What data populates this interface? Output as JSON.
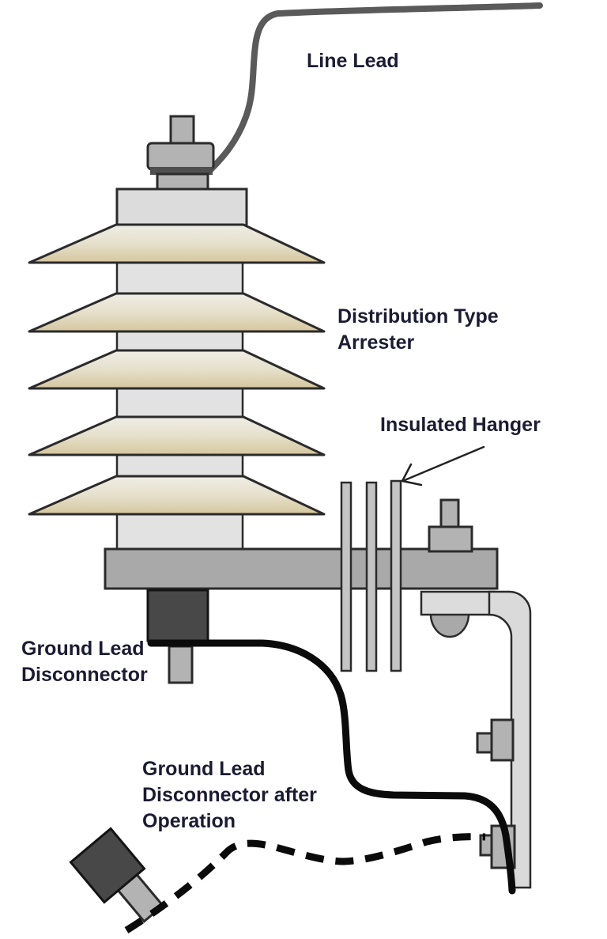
{
  "labels": {
    "line_lead": "Line Lead",
    "arrester_line1": "Distribution Type",
    "arrester_line2": "Arrester",
    "insulated_hanger": "Insulated Hanger",
    "ground_disconnector_line1": "Ground Lead",
    "ground_disconnector_line2": "Disconnector",
    "ground_after_line1": "Ground Lead",
    "ground_after_line2": "Disconnector after",
    "ground_after_line3": "Operation"
  },
  "colors": {
    "label_text": "#1b1b33",
    "wire": "#5a5a5a",
    "cable": "#0b0b0b",
    "outline": "#2b2b2b",
    "metal_mid": "#b3b3b3",
    "metal_light": "#dcdcdc",
    "bar": "#a9a9a9",
    "strap": "#dadada",
    "column": "#e2e2e2",
    "strip": "#c4c4c4",
    "dark_part": "#484848",
    "skirt_top": "#efede6",
    "skirt_mid": "#e6e0cb",
    "skirt_bottom": "#d5c79e"
  }
}
